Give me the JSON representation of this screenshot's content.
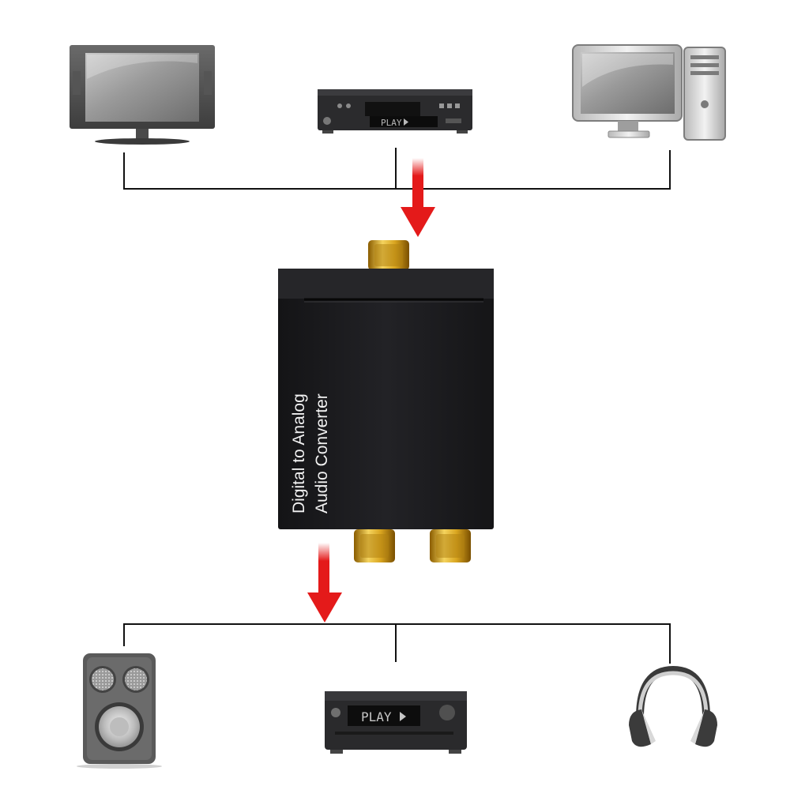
{
  "converter": {
    "label_line1": "Digital to Analog",
    "label_line2": "Audio Converter"
  },
  "dvd_player": {
    "display_text": "PLAY"
  },
  "receiver": {
    "display_text": "PLAY"
  },
  "colors": {
    "arrow": "#e41a1a",
    "line": "#111111",
    "converter_body": "#1b1b1d",
    "gold": "#d4a017"
  },
  "icons": {
    "top": [
      "tv-icon",
      "dvd-player-icon",
      "desktop-computer-icon"
    ],
    "bottom": [
      "speaker-icon",
      "av-receiver-icon",
      "headphones-icon"
    ]
  }
}
